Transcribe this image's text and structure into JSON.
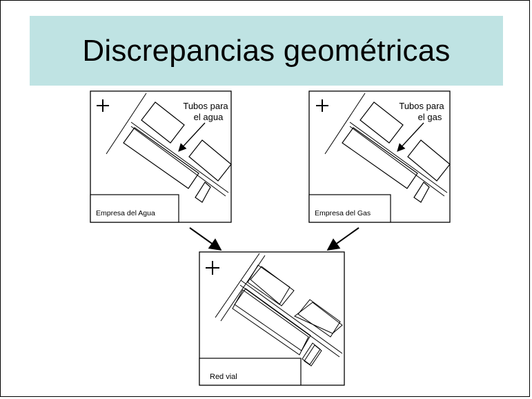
{
  "title": "Discrepancias geométricas",
  "colors": {
    "title_band": "#bfe3e3",
    "stroke": "#000000",
    "background": "#ffffff"
  },
  "panels": {
    "water": {
      "caption": "Empresa del Agua",
      "note_line1": "Tubos para",
      "note_line2": "el agua"
    },
    "gas": {
      "caption": "Empresa del Gas",
      "note_line1": "Tubos para",
      "note_line2": "el gas"
    },
    "roads": {
      "caption": "Red vial"
    }
  },
  "icons": {
    "registration_mark": "plus-icon",
    "arrow": "arrow-icon"
  }
}
